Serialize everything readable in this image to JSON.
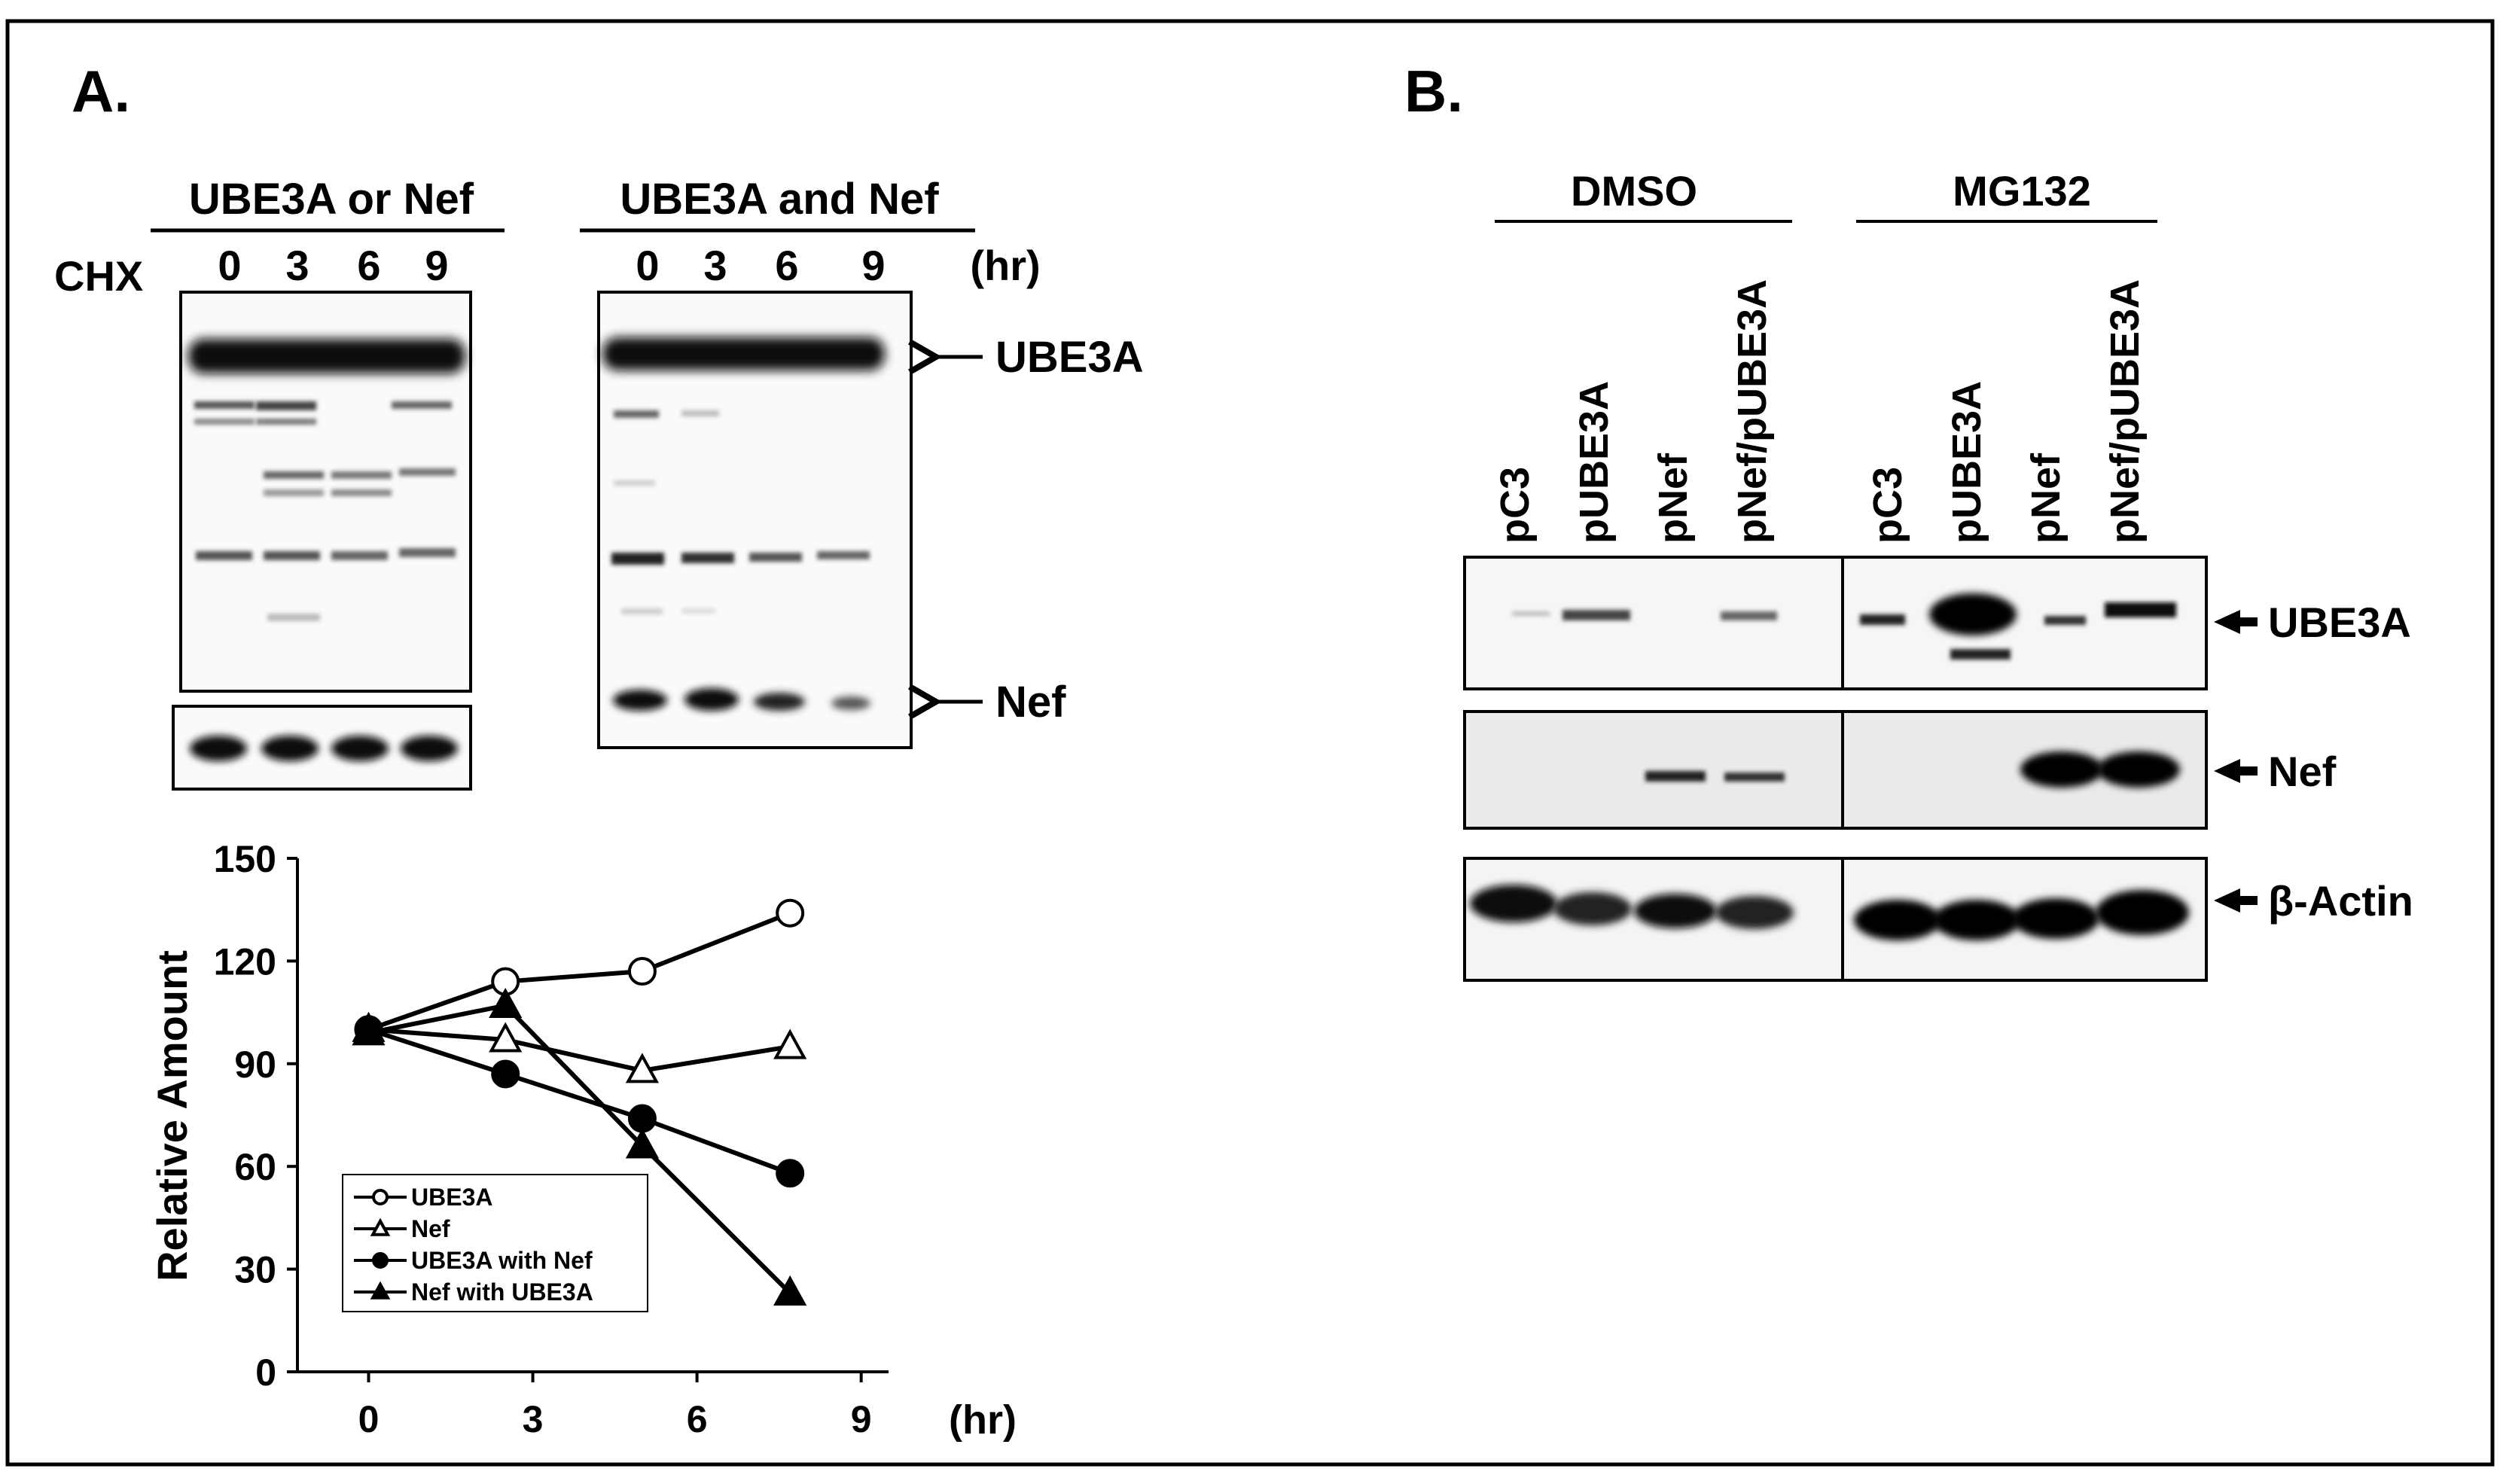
{
  "panel_a": {
    "label": "A.",
    "group1_label": "UBE3A or Nef",
    "group2_label": "UBE3A and Nef",
    "cycloheximide_label": "CHX",
    "time_points": [
      "0",
      "3",
      "6",
      "9"
    ],
    "time_unit": "(hr)",
    "band_labels": {
      "ube3a": "UBE3A",
      "nef": "Nef"
    }
  },
  "panel_b": {
    "label": "B.",
    "treatments": [
      "DMSO",
      "MG132"
    ],
    "lanes": [
      "pC3",
      "pUBE3A",
      "pNef",
      "pNef/pUBE3A"
    ],
    "blots": [
      "UBE3A",
      "Nef",
      "β-Actin"
    ]
  },
  "chart_data": {
    "type": "line",
    "ylabel": "Relative Amount",
    "xunit": "(hr)",
    "xticks": [
      "0",
      "3",
      "6",
      "9"
    ],
    "yticks": [
      "0",
      "30",
      "60",
      "90",
      "120",
      "150"
    ],
    "xlim": [
      -1.3,
      9.5
    ],
    "ylim": [
      0,
      150
    ],
    "legend_position": "lower-left",
    "series": [
      {
        "name": "UBE3A",
        "marker": "open-circle",
        "x": [
          0,
          2.5,
          5,
          7.7
        ],
        "y": [
          100,
          114,
          117,
          134
        ]
      },
      {
        "name": "Nef",
        "marker": "open-triangle",
        "x": [
          0,
          2.5,
          5,
          7.7
        ],
        "y": [
          100,
          97,
          88,
          95
        ]
      },
      {
        "name": "UBE3A with Nef",
        "marker": "filled-circle",
        "x": [
          0,
          2.5,
          5,
          7.7
        ],
        "y": [
          100,
          87,
          74,
          58
        ]
      },
      {
        "name": "Nef with UBE3A",
        "marker": "filled-triangle",
        "x": [
          0,
          2.5,
          5,
          7.7
        ],
        "y": [
          99,
          107,
          66,
          23
        ]
      }
    ]
  }
}
